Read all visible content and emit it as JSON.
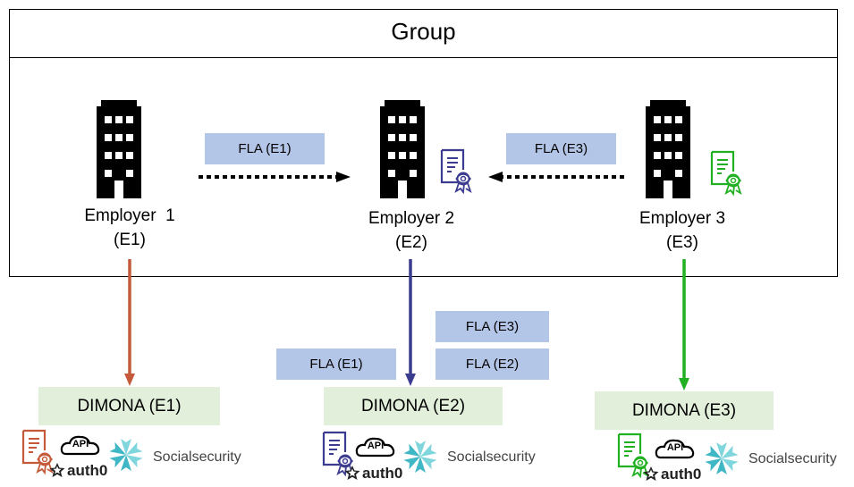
{
  "group": {
    "title": "Group"
  },
  "employers": [
    {
      "name": "Employer  1",
      "code": "(E1)"
    },
    {
      "name": "Employer 2",
      "code": "(E2)"
    },
    {
      "name": "Employer 3",
      "code": "(E3)"
    }
  ],
  "fla_top": {
    "left": "FLA (E1)",
    "right": "FLA (E3)"
  },
  "fla_bottom": {
    "e1": "FLA (E1)",
    "e3": "FLA (E3)",
    "e2": "FLA (E2)"
  },
  "dimona": [
    "DIMONA (E1)",
    "DIMONA (E2)",
    "DIMONA (E3)"
  ],
  "logos": {
    "api": "API",
    "auth0": "auth0",
    "socialsecurity": "Socialsecurity"
  },
  "colors": {
    "e1": "#c55a3a",
    "e2": "#3b3b8f",
    "e3": "#21b021",
    "fla_fill": "#b4c6e7",
    "dimona_fill": "#e2efda"
  },
  "icons": [
    "building-icon",
    "certificate-icon",
    "api-cloud-icon",
    "auth0-icon",
    "socialsecurity-flower-icon"
  ]
}
